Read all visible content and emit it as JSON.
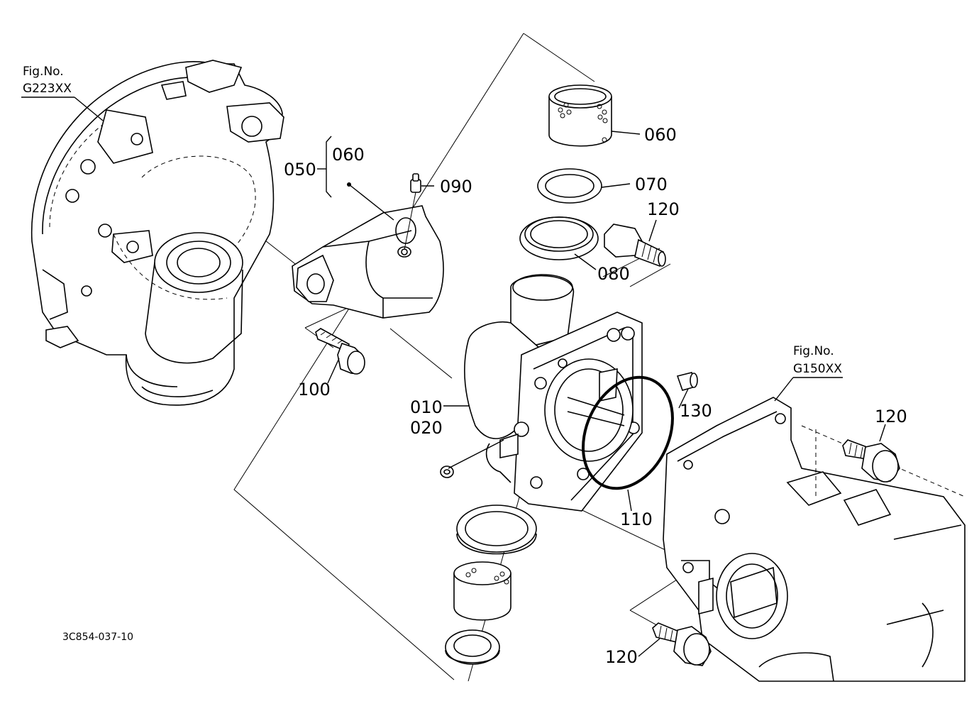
{
  "figure_refs": {
    "left": {
      "line1": "Fig.No.",
      "line2": "G223XX"
    },
    "right": {
      "line1": "Fig.No.",
      "line2": "G150XX"
    }
  },
  "callouts": {
    "p050": "050",
    "p060_group": "060",
    "p060": "060",
    "p070": "070",
    "p080": "080",
    "p090": "090",
    "p100": "100",
    "p010": "010",
    "p020": "020",
    "p110": "110",
    "p120_a": "120",
    "p120_b": "120",
    "p120_c": "120",
    "p130": "130"
  },
  "diagram_code": "3C854-037-10"
}
